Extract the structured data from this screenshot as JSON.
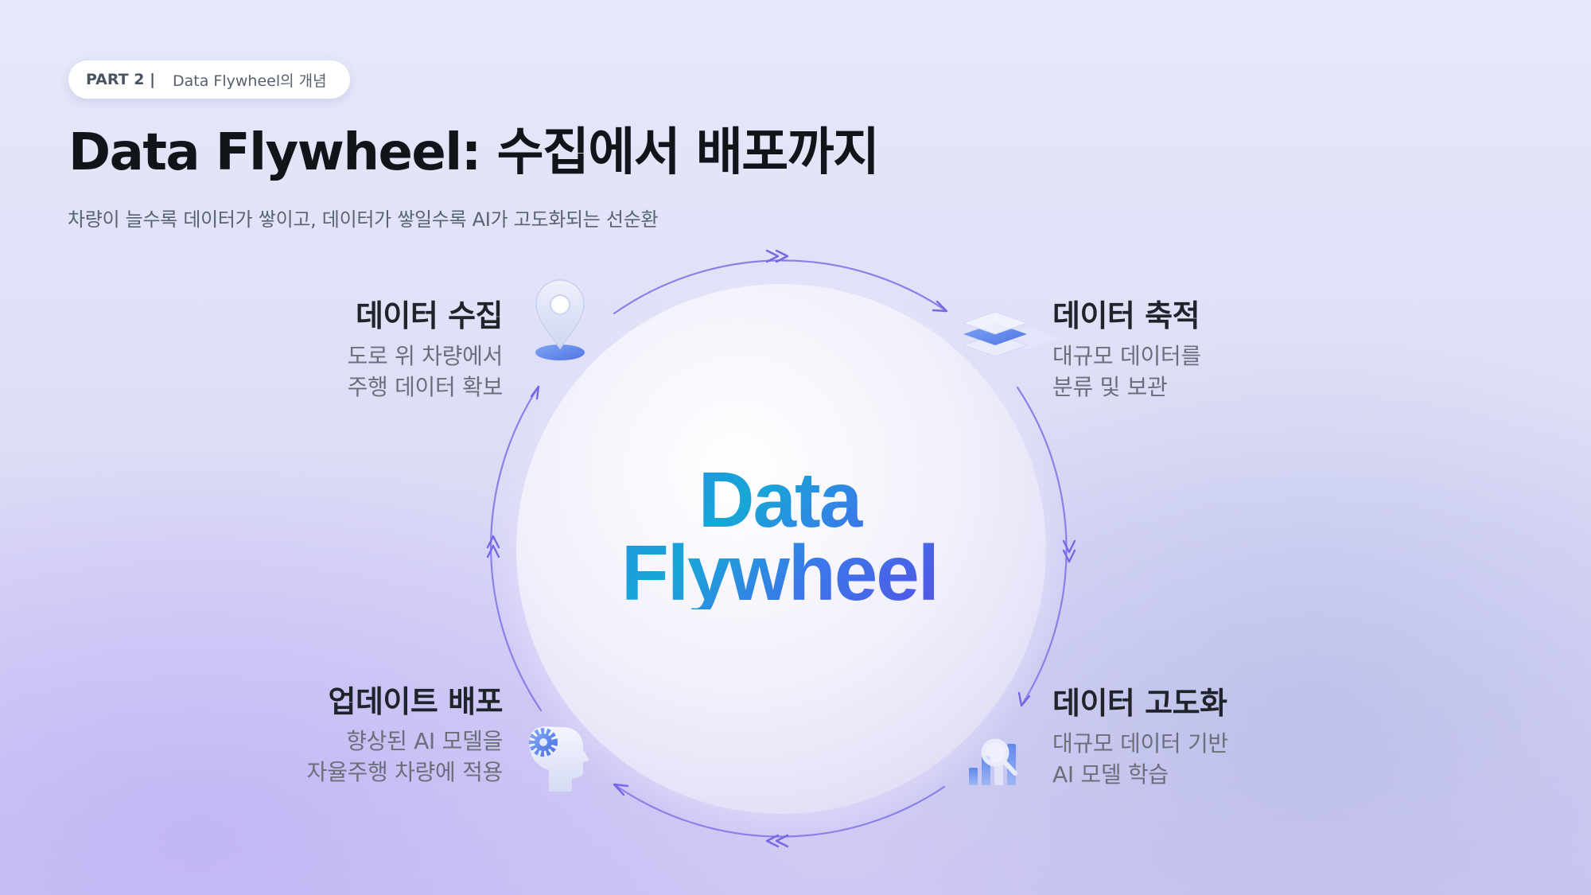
{
  "header": {
    "badge_part": "PART 2 |",
    "badge_text": "Data Flywheel의 개념",
    "title": "Data Flywheel: 수집에서 배포까지",
    "subtitle": "차량이 늘수록 데이터가 쌓이고, 데이터가 쌓일수록 AI가 고도화되는 선순환"
  },
  "center": {
    "line1": "Data",
    "line2": "Flywheel"
  },
  "stages": {
    "collect": {
      "title": "데이터 수집",
      "desc1": "도로 위 차량에서",
      "desc2": "주행 데이터 확보",
      "icon": "location-pin-icon"
    },
    "accumulate": {
      "title": "데이터 축적",
      "desc1": "대규모 데이터를",
      "desc2": "분류 및 보관",
      "icon": "layers-icon"
    },
    "refine": {
      "title": "데이터 고도화",
      "desc1": "대규모 데이터 기반",
      "desc2": "AI 모델 학습",
      "icon": "chart-search-icon"
    },
    "deploy": {
      "title": "업데이트 배포",
      "desc1": "향상된 AI 모델을",
      "desc2": "자율주행 차량에 적용",
      "icon": "head-gear-icon"
    }
  },
  "colors": {
    "accent_blue": "#2a7fe8",
    "accent_purple": "#5b48e2",
    "arrow": "#8a80e8"
  }
}
